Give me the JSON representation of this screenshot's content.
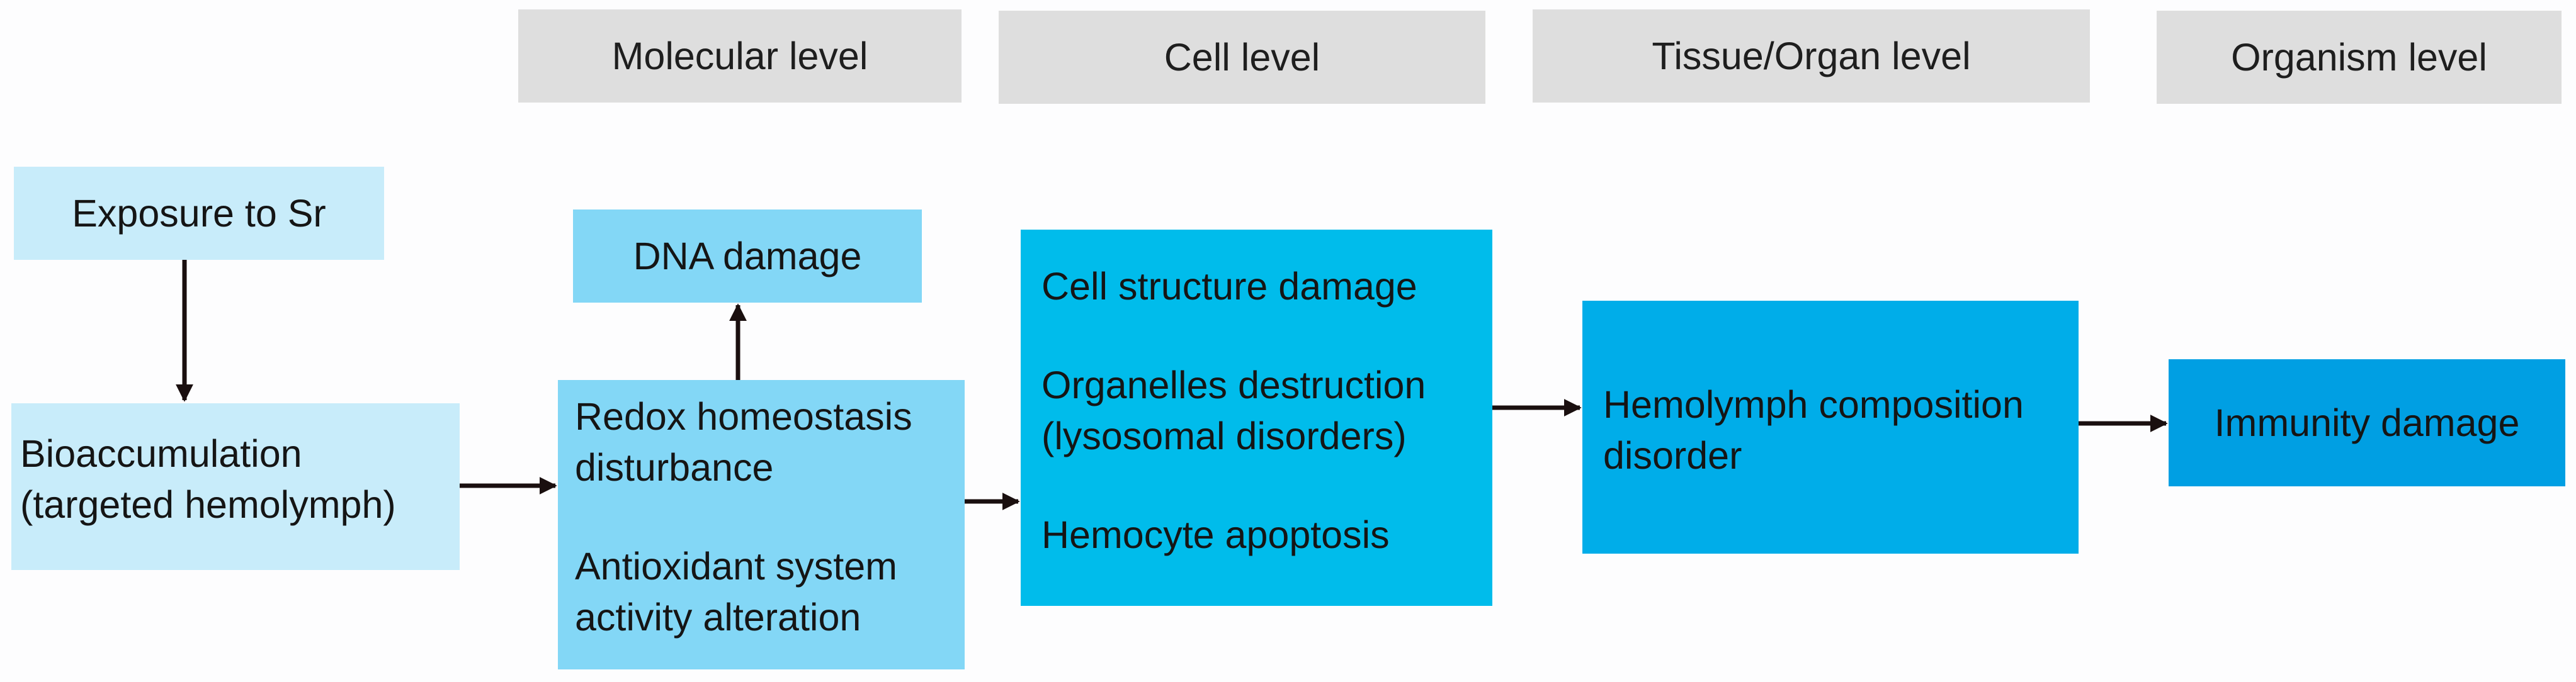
{
  "levels": {
    "molecular": "Molecular level",
    "cell": "Cell level",
    "tissue": "Tissue/Organ level",
    "organism": "Organism level"
  },
  "boxes": {
    "exposure": "Exposure to Sr",
    "bioaccumulation": [
      "Bioaccumulation",
      "(targeted hemolymph)"
    ],
    "dna": "DNA damage",
    "redox": [
      "Redox homeostasis",
      "disturbance"
    ],
    "antioxidant": [
      "Antioxidant system",
      "activity alteration"
    ],
    "cell_structure": "Cell structure damage",
    "organelles": [
      "Organelles destruction",
      "(lysosomal disorders)"
    ],
    "apoptosis": "Hemocyte apoptosis",
    "hemolymph": [
      "Hemolymph composition",
      "disorder"
    ],
    "immunity": "Immunity damage"
  },
  "colors": {
    "level_bg": "#dedede",
    "lightest": "#c8ecfa",
    "light": "#83d7f6",
    "medium": "#00bceb",
    "dark": "#00ade9",
    "darkest": "#009fe3",
    "arrow": "#1a0f0f"
  }
}
